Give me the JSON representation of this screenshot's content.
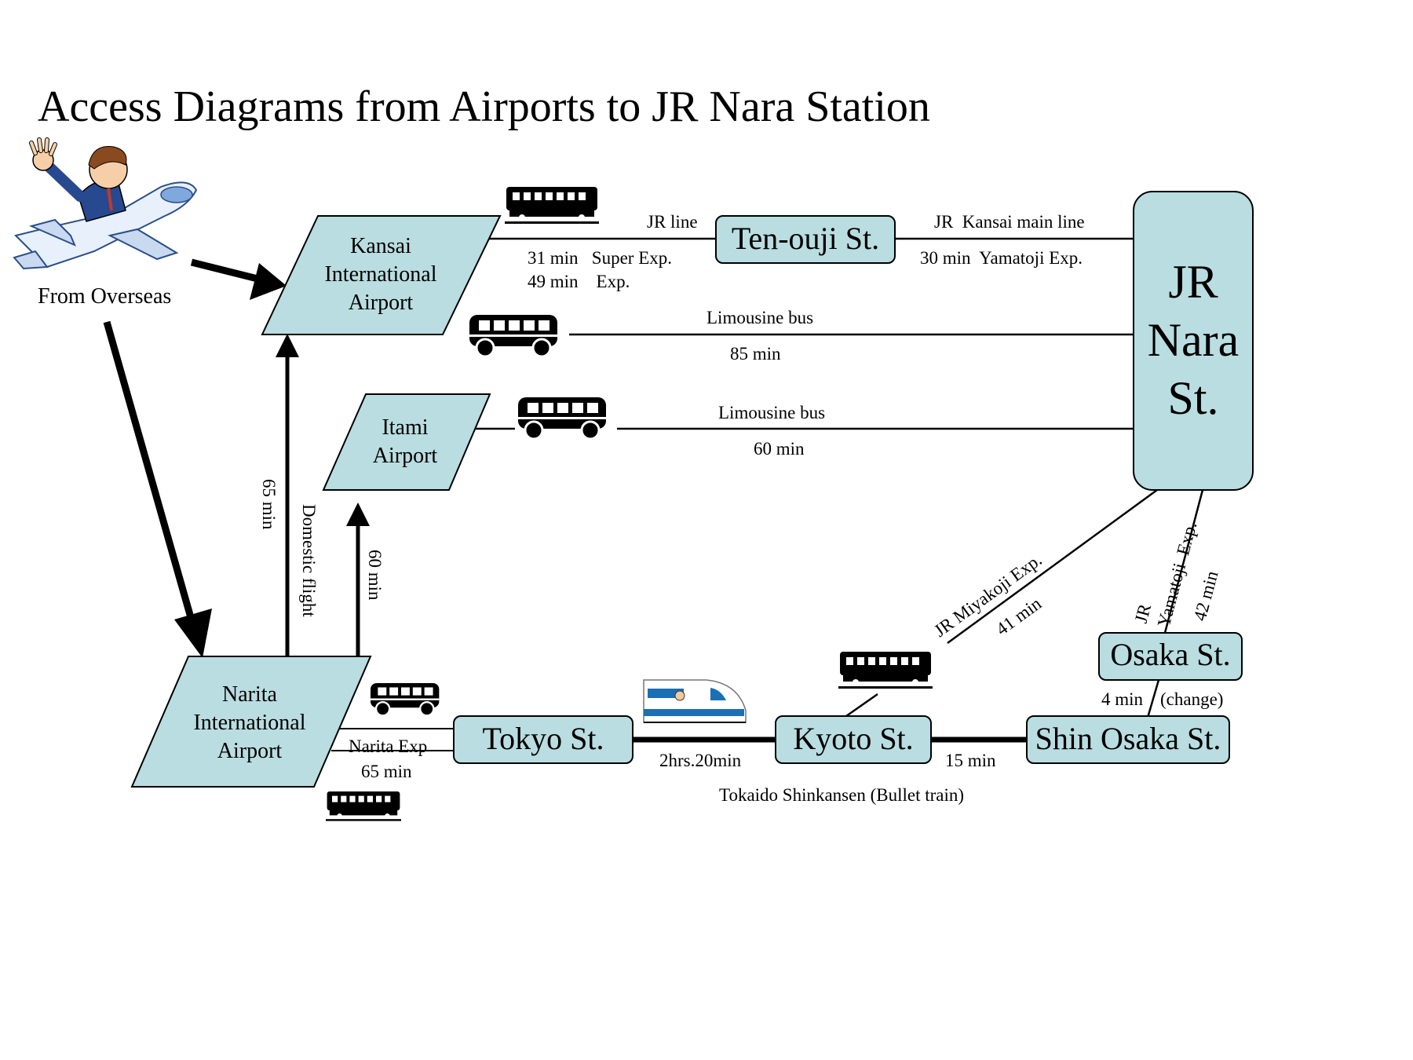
{
  "title": "Access Diagrams from Airports to JR Nara Station",
  "origin_label": "From Overseas",
  "colors": {
    "node_fill": "#b9dde0",
    "stroke": "#000000",
    "shinkansen_stripe": "#1a6fb5"
  },
  "icons": [
    "waving-passenger-airplane",
    "train-icon",
    "bus-icon",
    "shinkansen-icon"
  ],
  "nodes": {
    "kansai": [
      "Kansai",
      "International",
      "Airport"
    ],
    "itami": [
      "Itami",
      "Airport"
    ],
    "narita": [
      "Narita",
      "International",
      "Airport"
    ],
    "tennoji": "Ten-ouji St.",
    "tokyo": "Tokyo St.",
    "kyoto": "Kyoto St.",
    "shin_osaka": "Shin Osaka St.",
    "osaka": "Osaka St.",
    "nara": [
      "JR",
      "Nara",
      "St."
    ]
  },
  "routes": {
    "kansai_tennoji": {
      "line": "JR line",
      "time1": "31 min   Super Exp.",
      "time2": "49 min    Exp."
    },
    "tennoji_nara": {
      "line": "JR  Kansai main line",
      "time": "30 min  Yamatoji Exp."
    },
    "kansai_nara_bus": {
      "line": "Limousine bus",
      "time": "85 min"
    },
    "itami_nara_bus": {
      "line": "Limousine bus",
      "time": "60 min"
    },
    "narita_kansai": {
      "time": "65 min",
      "mode": "Domestic flight"
    },
    "narita_itami": {
      "time": "60 min"
    },
    "narita_tokyo": {
      "line": "Narita Exp",
      "time": "65 min"
    },
    "tokyo_kyoto": {
      "time": "2hrs.20min",
      "line": "Tokaido Shinkansen (Bullet train)"
    },
    "kyoto_shinosaka": {
      "time": "15 min"
    },
    "kyoto_nara": {
      "line": "JR Miyakoji Exp.",
      "time": "41 min"
    },
    "osaka_nara": {
      "line1": "JR",
      "line2": "Yamatoji  Exp.",
      "time": "42 min"
    },
    "shinosaka_osaka": {
      "time": "4 min",
      "note": "(change)"
    }
  }
}
